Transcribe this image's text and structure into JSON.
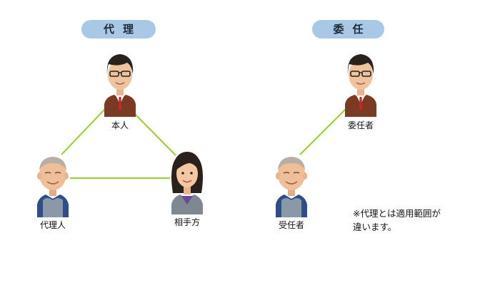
{
  "agency": {
    "title": "代理",
    "principal": "本人",
    "agent": "代理人",
    "counterparty": "相手方"
  },
  "mandate": {
    "title": "委任",
    "mandator": "委任者",
    "mandatary": "受任者"
  },
  "note": {
    "line1": "※代理とは適用範囲が",
    "line2": "違います。"
  },
  "colors": {
    "pill": "#a9c8e6",
    "link_line": "#9acd32",
    "suit": "#7b3a23",
    "vest": "#8a98a8",
    "shirt": "#2f4e88"
  }
}
